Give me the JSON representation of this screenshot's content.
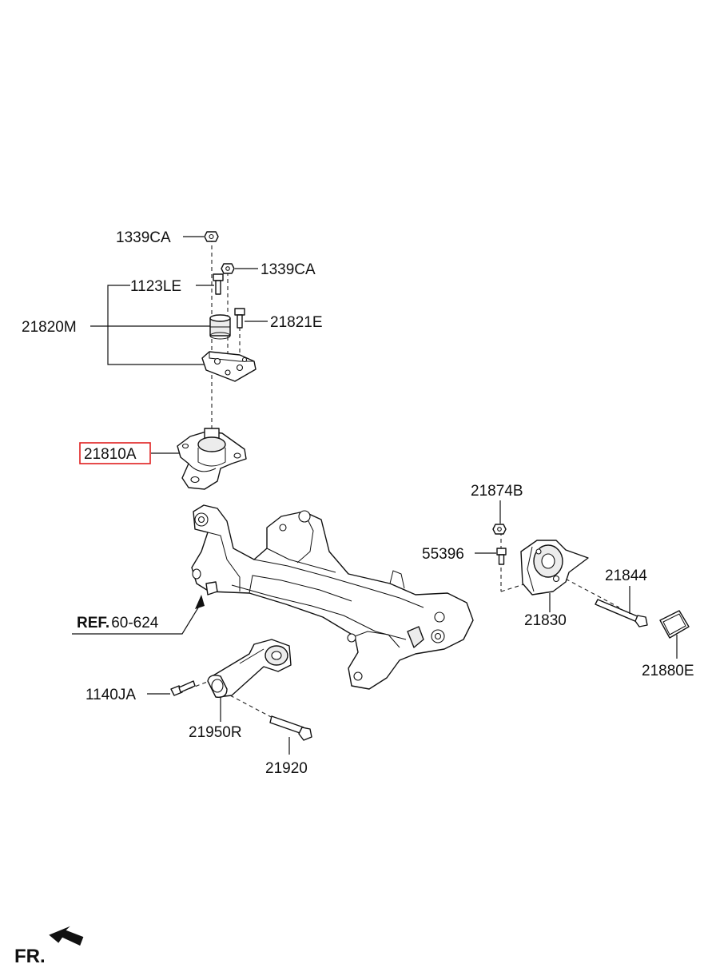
{
  "labels": {
    "p1339ca_top": "1339CA",
    "p1339ca_right": "1339CA",
    "p1123le": "1123LE",
    "p21820m": "21820M",
    "p21821e": "21821E",
    "p21810a": "21810A",
    "p21874b": "21874B",
    "p55396": "55396",
    "p21844": "21844",
    "p21830": "21830",
    "p21880e": "21880E",
    "p1140ja": "1140JA",
    "p21950r": "21950R",
    "p21920": "21920",
    "ref_prefix": "REF.",
    "ref_code": "60-624",
    "front": "FR."
  },
  "colors": {
    "line": "#111111",
    "highlight_box": "#e02020",
    "background": "#ffffff"
  },
  "highlighted_part": "21810A"
}
